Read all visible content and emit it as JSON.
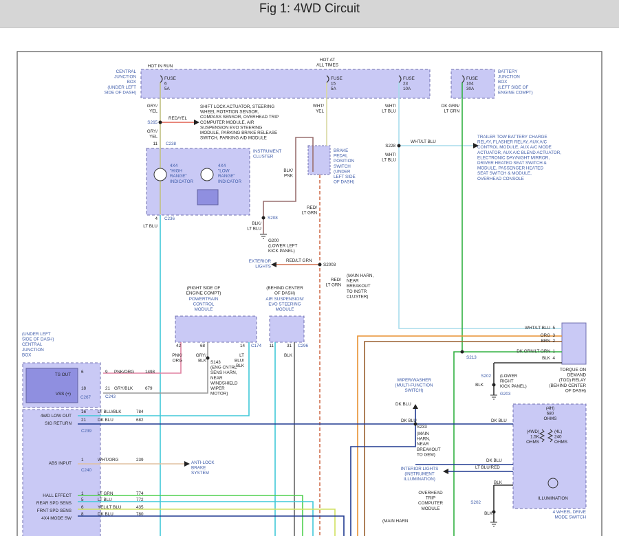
{
  "page_title": "Fig 1: 4WD Circuit",
  "colors": {
    "box_fill": "#c9c9f5",
    "box_stroke": "#7070b0",
    "blue_text": "#3c5aa8",
    "frame": "#555555"
  },
  "texts": {
    "cjb_label": [
      "CENTRAL",
      "JUNCTION",
      "BOX",
      "(UNDER LEFT",
      "SIDE OF DASH)"
    ],
    "hot_in_run": "HOT IN RUN",
    "hot_all_times": [
      "HOT AT",
      "ALL TIMES"
    ],
    "fuse6": [
      "FUSE",
      "6",
      "5A"
    ],
    "fuse15": [
      "FUSE",
      "15",
      "5A"
    ],
    "fuse23": [
      "FUSE",
      "23",
      "10A"
    ],
    "fuse104": [
      "FUSE",
      "104",
      "30A"
    ],
    "bjb_label": [
      "BATTERY",
      "JUNCTION",
      "BOX",
      "(LEFT SIDE OF",
      "ENGINE COMPT)"
    ],
    "gry_yel": [
      "GRY/",
      "YEL"
    ],
    "wht_yel": [
      "WHT/",
      "YEL"
    ],
    "wht_ltblu": [
      "WHT/",
      "LT BLU"
    ],
    "dkgrn_ltgrn": [
      "DK GRN/",
      "LT GRN"
    ],
    "s265": "S265",
    "red_yel": "RED/YEL",
    "shift_lock_list": [
      "SHIFT LOCK ACTUATOR, STEERING",
      "WHEEL ROTATION SENSOR,",
      "COMPASS SENSOR, OVERHEAD TRIP",
      "COMPUTER MODULE, AIR",
      "SUSPENSION EVO STEERING",
      "MODULE, PARKING BRAKE RELEASE",
      "SWITCH, PARKING AID MODULE"
    ],
    "pin11": "11",
    "c238": "C238",
    "instrument_cluster": [
      "INSTRUMENT",
      "CLUSTER"
    ],
    "high_range": [
      "4X4",
      "\"HIGH",
      "RANGE\"",
      "INDICATOR"
    ],
    "low_range": [
      "4X4",
      "\"LOW",
      "RANGE\"",
      "INDICATOR"
    ],
    "pin4": "4",
    "c236": "C236",
    "lt_blu": "LT BLU",
    "blk_pnk": [
      "BLK/",
      "PNK"
    ],
    "brake_switch": [
      "BRAKE",
      "PEDAL",
      "POSITION",
      "SWITCH",
      "(UNDER",
      "LEFT SIDE",
      "OF DASH)"
    ],
    "red_ltgrn": [
      "RED/",
      "LT GRN"
    ],
    "s208": "S208",
    "blk_ltblu": [
      "BLK/",
      "LT BLU"
    ],
    "g200": [
      "G200",
      "(LOWER LEFT",
      "KICK PANEL)"
    ],
    "exterior_lights": [
      "EXTERIOR",
      "LIGHTS"
    ],
    "red_ltgrn_h": "RED/LT GRN",
    "s2003": "S2003",
    "s2003_desc": [
      "(MAIN HARN,",
      "NEAR",
      "BREAKOUT",
      "TO INSTR",
      "CLUSTER)"
    ],
    "s2003_wire": [
      "RED/",
      "LT GRN"
    ],
    "s228": "S228",
    "wht_ltblu_h": "WHT/LT BLU",
    "trailer_list": [
      "TRAILER TOW BATTERY CHARGE",
      "RELAY, FLASHER RELAY, AUX A/C",
      "CONTROL MODULE, AUX A/C MODE",
      "ACTUATOR, AUX A/C BLEND ACTUATOR,",
      "ELECTRONIC DAY/NIGHT MIRROR,",
      "DRIVER HEATED SEAT SWITCH &",
      "MODULE, PASSENGER HEATED",
      "SEAT SWITCH & MODULE,",
      "OVERHEAD CONSOLE"
    ],
    "pcm_loc": [
      "(RIGHT SIDE OF",
      "ENGINE COMPT)"
    ],
    "pcm": [
      "POWERTRAIN",
      "CONTROL",
      "MODULE"
    ],
    "evo_loc": [
      "(BEHIND CENTER",
      "OF DASH)"
    ],
    "evo": [
      "AIR SUSPENSION/",
      "EVO STEERING",
      "MODULE"
    ],
    "pcm_pins": [
      "42",
      "68",
      "14"
    ],
    "c174": "C174",
    "evo_pins": [
      "11",
      "31"
    ],
    "c296": "C296",
    "pnk_org": [
      "PNK/",
      "ORG"
    ],
    "gry_blk": [
      "GRY/",
      "BLK"
    ],
    "lt_blu_blk": [
      "LT",
      "BLU/",
      "BLK"
    ],
    "blk": "BLK",
    "s143": [
      "S143",
      "(ENG CNTRL",
      "SENS HARN,",
      "NEAR",
      "WINDSHIELD",
      "WIPER",
      "MOTOR)"
    ],
    "cjb2_label": [
      "(UNDER LEFT",
      "SIDE OF DASH)",
      "CENTRAL",
      "JUNCTION",
      "BOX"
    ],
    "ts_out": "TS OUT",
    "vss": "VSS (+)",
    "c267": "C267",
    "pin6": "6",
    "pin18": "18",
    "pin9": "9",
    "pin21": "21",
    "pnk_org_h": "PNK/ORG",
    "w1498": "1498",
    "gry_blk_h": "GRY/BLK",
    "w679": "679",
    "c243": "C243",
    "fwd_low_out": "4WD LOW OUT",
    "sig_return": "SIG RETURN",
    "pin16": "16",
    "pin21b": "21",
    "lt_blu_blk_h": "LT BLU/BLK",
    "w784": "784",
    "dk_blu": "DK BLU",
    "w682": "682",
    "c239": "C239",
    "abs_input": "ABS INPUT",
    "pin1": "1",
    "wht_org": "WHT/ORG",
    "w239": "239",
    "c240": "C240",
    "abs": [
      "ANTI-LOCK",
      "BRAKE",
      "SYSTEM"
    ],
    "hall_effect": "HALL EFFECT",
    "rear_spd": "REAR SPD SENS",
    "frnt_spd": "FRNT SPD SENS",
    "mode_sw": "4X4 MODE SW",
    "lower_pins": [
      "1",
      "5",
      "6",
      "8"
    ],
    "lower_wires": [
      "LT GRN",
      "LT BLU",
      "YEL/LT BLU",
      "DK BLU"
    ],
    "lower_nums": [
      "774",
      "772",
      "435",
      "780"
    ],
    "tod_pins": [
      "5",
      "3",
      "2",
      "1",
      "4"
    ],
    "tod_wires": [
      "WHT/LT BLU",
      "ORG",
      "BRN",
      "DK GRN/LT GRN",
      "BLK"
    ],
    "tod_label": [
      "TORQUE ON",
      "DEMAND",
      "(TOD) RELAY",
      "(BEHIND CENTER",
      "OF DASH)"
    ],
    "s213": "S213",
    "s202": "S202",
    "s202_desc": [
      "(LOWER",
      "RIGHT",
      "KICK PANEL)"
    ],
    "g203": "G203",
    "wiper": [
      "WIPER/WASHER",
      "(MULTI-FUNCTION",
      "SWITCH)"
    ],
    "s233": "S233",
    "s233_desc": [
      "(MAIN",
      "HARN,",
      "NEAR",
      "BREAKOUT",
      "TO GEM)"
    ],
    "interior_lights": [
      "INTERIOR LIGHTS",
      "(INSTRUMENT",
      "ILLUMINATION)"
    ],
    "lt_blu_red": "LT BLU/RED",
    "otc": [
      "OVERHEAD",
      "TRIP",
      "COMPUTER",
      "MODULE"
    ],
    "main_harn": "(MAIN HARN",
    "mode_switch_label": [
      "4 WHEEL DRIVE",
      "MODE SWITCH"
    ],
    "r4h": [
      "(4H)",
      "680",
      "OHMS"
    ],
    "r4wd": [
      "(4WD)",
      "1.5K",
      "OHMS"
    ],
    "r4l": [
      "(4L)",
      "240",
      "OHMS"
    ],
    "illumination": "ILLUMINATION"
  }
}
